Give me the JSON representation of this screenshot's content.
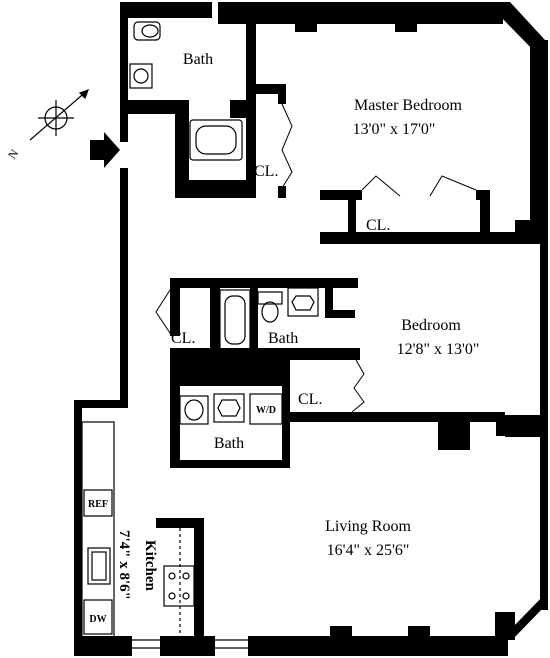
{
  "rooms": {
    "bath_top": {
      "name": "Bath"
    },
    "master_bedroom": {
      "name": "Master Bedroom",
      "dims": "13'0\" x 17'0\""
    },
    "bedroom": {
      "name": "Bedroom",
      "dims": "12'8\" x 13'0\""
    },
    "bath_mid": {
      "name": "Bath"
    },
    "bath_lower": {
      "name": "Bath"
    },
    "living_room": {
      "name": "Living Room",
      "dims": "16'4\" x 25'6\""
    },
    "kitchen": {
      "name": "Kitchen",
      "dims": "7'4\" x 8'6\""
    }
  },
  "closets": {
    "master_1": "CL.",
    "master_2": "CL.",
    "bedroom_left": "CL.",
    "bedroom_right": "CL."
  },
  "appliances": {
    "refrigerator": "REF",
    "dishwasher": "DW",
    "washer_dryer": "W/D"
  },
  "compass": {
    "north_label": "N"
  },
  "colors": {
    "wall": "#000000",
    "background": "#ffffff",
    "line": "#000000"
  }
}
